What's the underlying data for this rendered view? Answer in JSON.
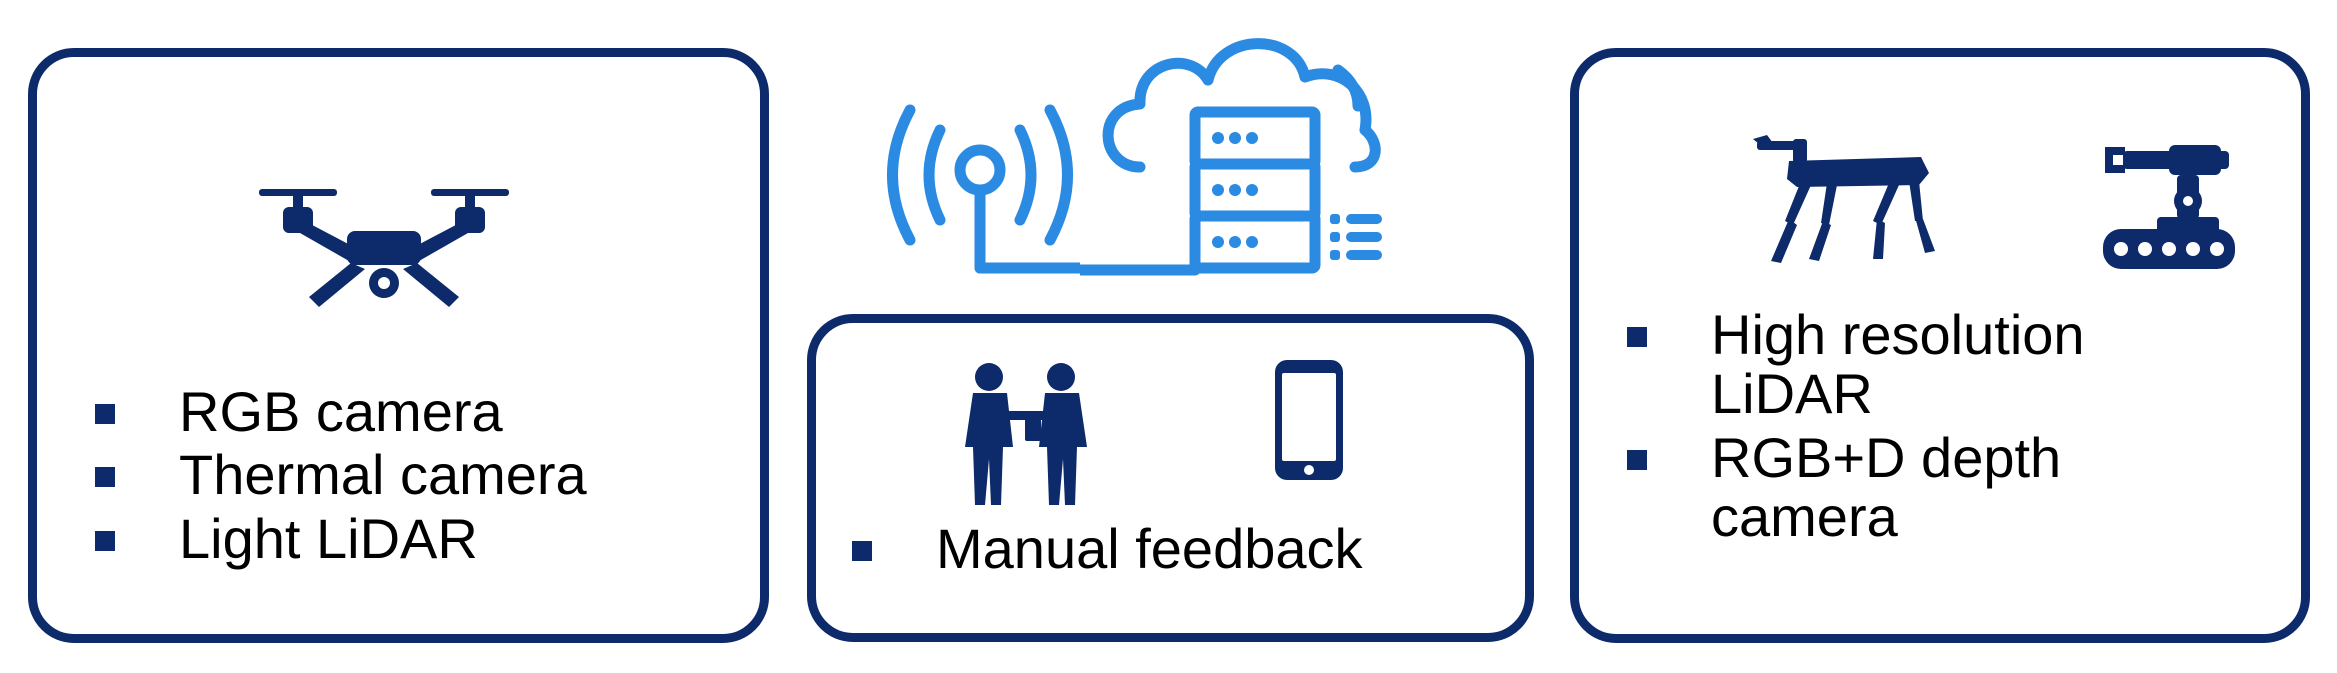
{
  "panels": {
    "left": {
      "icon": "drone-icon",
      "items": [
        "RGB camera",
        "Thermal camera",
        "Light LiDAR"
      ]
    },
    "middle": {
      "icons": [
        "workers-icon",
        "smartphone-icon"
      ],
      "items": [
        "Manual feedback"
      ]
    },
    "right": {
      "icons": [
        "robot-dog-icon",
        "tracked-robot-arm-icon"
      ],
      "items": [
        "High resolution LiDAR",
        "RGB+D depth camera"
      ]
    }
  },
  "top_center": {
    "icons": [
      "wireless-antenna-icon",
      "cloud-server-icon"
    ]
  },
  "colors": {
    "border": "#0d2a6b",
    "icon_dark": "#0d2a6b",
    "icon_light": "#2b8ae2",
    "text": "#000000"
  }
}
